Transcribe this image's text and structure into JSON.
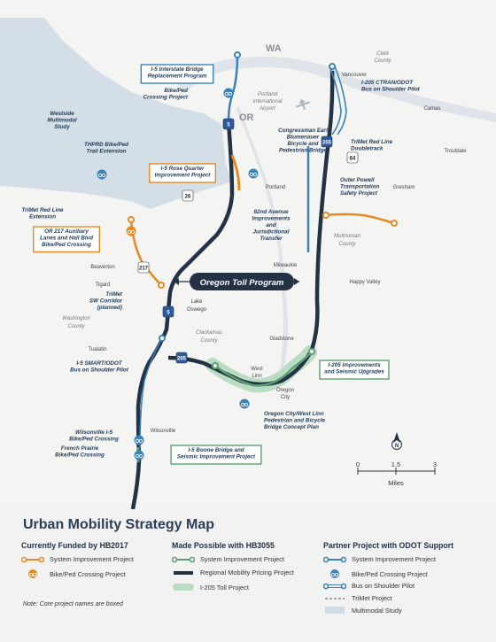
{
  "map": {
    "state_labels": [
      "WA",
      "OR"
    ],
    "places": [
      "Clark",
      "County",
      "Vancouver",
      "Camas",
      "Portland",
      "International",
      "Airport",
      "Troutdale",
      "Gresham",
      "Portland",
      "Multnomah",
      "County",
      "Beaverton",
      "Tigard",
      "Milwaukie",
      "Happy Valley",
      "Lake",
      "Oswego",
      "Washington",
      "County",
      "Clackamas",
      "County",
      "Gladstone",
      "Tualatin",
      "West",
      "Linn",
      "Oregon",
      "City",
      "Wilsonville"
    ],
    "highway_shields": [
      "5",
      "5",
      "205",
      "205",
      "217",
      "26",
      "84"
    ],
    "toll_program_label": "Oregon Toll Program",
    "project_labels": {
      "i5_interstate_bridge": [
        "I-5 Interstate Bridge",
        "Replacement Program"
      ],
      "i205_ctran": [
        "I-205 CTRAN/ODOT",
        "Bus on Shoulder Pilot"
      ],
      "bike_ped_crossing": [
        "Bike/Ped",
        "Crossing Project"
      ],
      "westside_study": [
        "Westside",
        "Multimodal",
        "Study"
      ],
      "thprd": [
        "THPRD Bike/Ped",
        "Trail Extension"
      ],
      "congressman_earl": [
        "Congressman Earl",
        "Blumenauer",
        "Bicycle and",
        "Pedestrian Bridge"
      ],
      "trimet_red_line_doubletrack": [
        "TriMet Red Line",
        "Doubletrack"
      ],
      "i5_rose_quarter": [
        "I-5 Rose Quarter",
        "Improvement Project"
      ],
      "outer_powell": [
        "Outer Powell",
        "Transportation",
        "Safety Project"
      ],
      "trimet_red_line_extension": [
        "TriMet Red Line",
        "Extension"
      ],
      "or217": [
        "OR 217 Auxiliary",
        "Lanes and Hall Blvd",
        "Bike/Ped Crossing"
      ],
      "eighty_second": [
        "82nd Avenue",
        "Improvements",
        "and",
        "Jurisdictional",
        "Transfer"
      ],
      "trimet_sw": [
        "TriMet",
        "SW Corridor",
        "(planned)"
      ],
      "i5_smart": [
        "I-5 SMART/ODOT",
        "Bus on Shoulder Pilot"
      ],
      "i205_improvements": [
        "I-205 Improvements",
        "and Seismic Upgrades"
      ],
      "oregon_city_west_linn": [
        "Oregon City/West Linn",
        "Pedestrian and Bicycle",
        "Bridge Concept Plan"
      ],
      "wilsonville": [
        "Wilsonville I-5",
        "Bike/Ped Crossing"
      ],
      "french_prairie": [
        "French Prairie",
        "Bike/Ped Crossing"
      ],
      "i5_boone": [
        "I-5 Boone Bridge and",
        "Seismic Improvement Project"
      ]
    },
    "scale": {
      "ticks": [
        "0",
        "1.5",
        "3"
      ],
      "unit": "Miles"
    },
    "north_label": "N"
  },
  "legend": {
    "title": "Urban Mobility Strategy Map",
    "col1": {
      "heading": "Currently Funded by HB2017",
      "items": [
        "System Improvement Project",
        "Bike/Ped Crossing Project"
      ]
    },
    "col2": {
      "heading": "Made Possible with HB3055",
      "items": [
        "System Improvement Project",
        "Regional Mobility Pricing Project",
        "I-205 Toll Project"
      ]
    },
    "col3": {
      "heading": "Partner Project with ODOT Support",
      "items": [
        "System Improvement Project",
        "Bike/Ped Crossing Project",
        "Bus on Shoulder Pilot",
        "TriMet Project",
        "Multimodal Study"
      ]
    },
    "note": "Note: Core project names are boxed"
  },
  "colors": {
    "orange": "#e58a23",
    "green": "#5e9e74",
    "green_fill": "#b9dcc2",
    "blue": "#3b82b6",
    "navy": "#243246",
    "study": "#cfdbe6"
  }
}
